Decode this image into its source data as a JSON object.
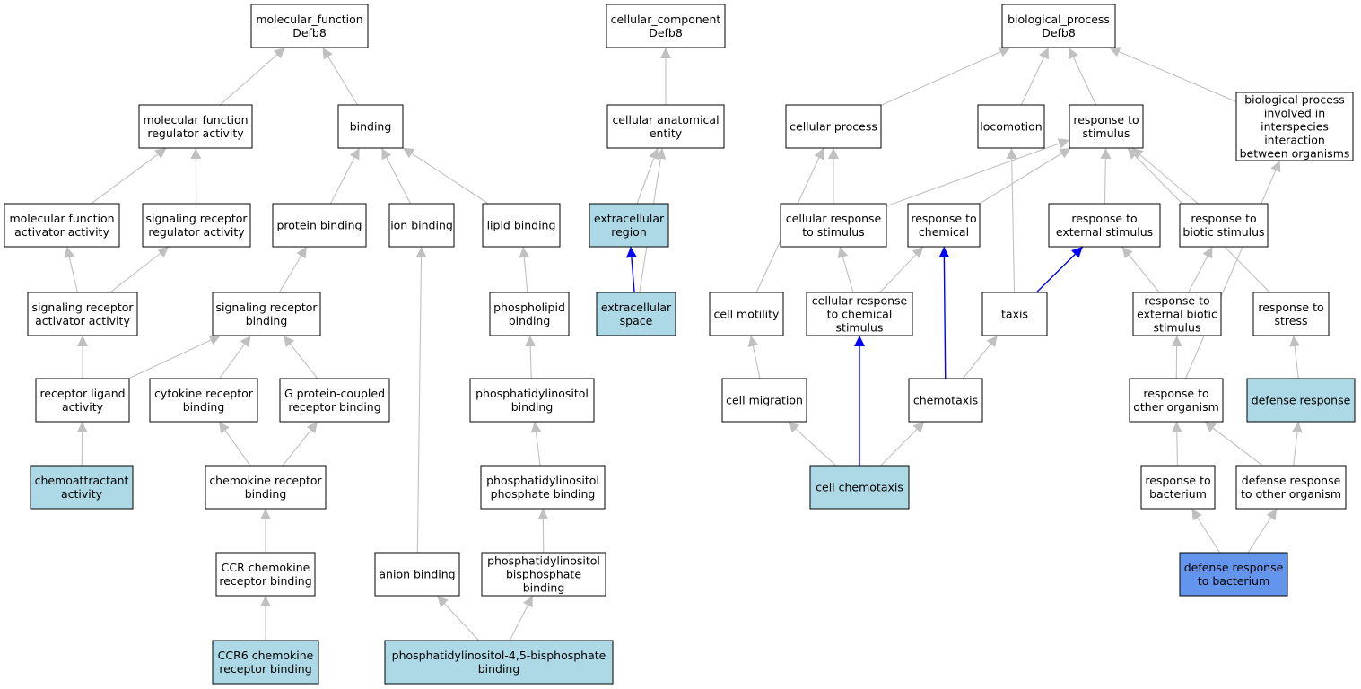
{
  "gene": "Defb8",
  "colors": {
    "default_fill": "#ffffff",
    "annotated_fill": "#add8e6",
    "highlight_fill": "#6495ed",
    "edge": "#c0c0c0",
    "path_edge": "#0000ff"
  },
  "nodes": {
    "mf": {
      "lines": [
        "molecular_function",
        "Defb8"
      ]
    },
    "mfra": {
      "lines": [
        "molecular function",
        "regulator activity"
      ]
    },
    "binding": {
      "lines": [
        "binding"
      ]
    },
    "mfaa": {
      "lines": [
        "molecular function",
        "activator activity"
      ]
    },
    "srra": {
      "lines": [
        "signaling receptor",
        "regulator activity"
      ]
    },
    "protbind": {
      "lines": [
        "protein binding"
      ]
    },
    "ionbind": {
      "lines": [
        "ion binding"
      ]
    },
    "lipidbind": {
      "lines": [
        "lipid binding"
      ]
    },
    "sraa": {
      "lines": [
        "signaling receptor",
        "activator activity"
      ]
    },
    "srb": {
      "lines": [
        "signaling receptor",
        "binding"
      ]
    },
    "plb": {
      "lines": [
        "phospholipid",
        "binding"
      ]
    },
    "rla": {
      "lines": [
        "receptor ligand",
        "activity"
      ]
    },
    "crb": {
      "lines": [
        "cytokine receptor",
        "binding"
      ]
    },
    "gpcr": {
      "lines": [
        "G protein-coupled",
        "receptor binding"
      ]
    },
    "pib": {
      "lines": [
        "phosphatidylinositol",
        "binding"
      ]
    },
    "chemoattr": {
      "lines": [
        "chemoattractant",
        "activity"
      ],
      "style": "annotated"
    },
    "ckrb": {
      "lines": [
        "chemokine receptor",
        "binding"
      ]
    },
    "pipb": {
      "lines": [
        "phosphatidylinositol",
        "phosphate binding"
      ]
    },
    "ccrb": {
      "lines": [
        "CCR chemokine",
        "receptor binding"
      ]
    },
    "anionb": {
      "lines": [
        "anion binding"
      ]
    },
    "pibpb": {
      "lines": [
        "phosphatidylinositol",
        "bisphosphate",
        "binding"
      ]
    },
    "ccr6": {
      "lines": [
        "CCR6 chemokine",
        "receptor binding"
      ],
      "style": "annotated"
    },
    "pi45": {
      "lines": [
        "phosphatidylinositol-4,5-bisphosphate",
        "binding"
      ],
      "style": "annotated"
    },
    "cc": {
      "lines": [
        "cellular_component",
        "Defb8"
      ]
    },
    "cae": {
      "lines": [
        "cellular anatomical",
        "entity"
      ]
    },
    "ecr": {
      "lines": [
        "extracellular",
        "region"
      ],
      "style": "annotated"
    },
    "ecs": {
      "lines": [
        "extracellular",
        "space"
      ],
      "style": "annotated"
    },
    "bp": {
      "lines": [
        "biological_process",
        "Defb8"
      ]
    },
    "cellproc": {
      "lines": [
        "cellular process"
      ]
    },
    "loco": {
      "lines": [
        "locomotion"
      ]
    },
    "rstim": {
      "lines": [
        "response to",
        "stimulus"
      ]
    },
    "bpinter": {
      "lines": [
        "biological process",
        "involved in",
        "interspecies",
        "interaction",
        "between organisms"
      ]
    },
    "crstim": {
      "lines": [
        "cellular response",
        "to stimulus"
      ]
    },
    "rchem": {
      "lines": [
        "response to",
        "chemical"
      ]
    },
    "rext": {
      "lines": [
        "response to",
        "external stimulus"
      ]
    },
    "rbio": {
      "lines": [
        "response to",
        "biotic stimulus"
      ]
    },
    "cmot": {
      "lines": [
        "cell motility"
      ]
    },
    "crchem": {
      "lines": [
        "cellular response",
        "to chemical",
        "stimulus"
      ]
    },
    "taxis": {
      "lines": [
        "taxis"
      ]
    },
    "rextbio": {
      "lines": [
        "response to",
        "external biotic",
        "stimulus"
      ]
    },
    "rstress": {
      "lines": [
        "response to",
        "stress"
      ]
    },
    "cmig": {
      "lines": [
        "cell migration"
      ]
    },
    "chemotaxis": {
      "lines": [
        "chemotaxis"
      ]
    },
    "rother": {
      "lines": [
        "response to",
        "other organism"
      ]
    },
    "defresp": {
      "lines": [
        "defense response"
      ],
      "style": "annotated"
    },
    "cellchemo": {
      "lines": [
        "cell chemotaxis"
      ],
      "style": "annotated"
    },
    "rbact": {
      "lines": [
        "response to",
        "bacterium"
      ]
    },
    "drother": {
      "lines": [
        "defense response",
        "to other organism"
      ]
    },
    "drbact": {
      "lines": [
        "defense response",
        "to bacterium"
      ],
      "style": "highlight"
    }
  },
  "edges": [
    [
      "mfra",
      "mf"
    ],
    [
      "binding",
      "mf"
    ],
    [
      "mfaa",
      "mfra"
    ],
    [
      "srra",
      "mfra"
    ],
    [
      "protbind",
      "binding"
    ],
    [
      "ionbind",
      "binding"
    ],
    [
      "lipidbind",
      "binding"
    ],
    [
      "sraa",
      "mfaa"
    ],
    [
      "sraa",
      "srra"
    ],
    [
      "srb",
      "protbind"
    ],
    [
      "plb",
      "lipidbind"
    ],
    [
      "rla",
      "sraa"
    ],
    [
      "rla",
      "srb"
    ],
    [
      "crb",
      "srb"
    ],
    [
      "gpcr",
      "srb"
    ],
    [
      "pib",
      "plb"
    ],
    [
      "chemoattr",
      "rla"
    ],
    [
      "ckrb",
      "crb"
    ],
    [
      "ckrb",
      "gpcr"
    ],
    [
      "pipb",
      "pib"
    ],
    [
      "ccrb",
      "ckrb"
    ],
    [
      "anionb",
      "ionbind"
    ],
    [
      "pibpb",
      "pipb"
    ],
    [
      "ccr6",
      "ccrb"
    ],
    [
      "pi45",
      "anionb"
    ],
    [
      "pi45",
      "pibpb"
    ],
    [
      "cae",
      "cc"
    ],
    [
      "ecr",
      "cae"
    ],
    [
      "ecs",
      "ecr",
      "path"
    ],
    [
      "ecs",
      "cae"
    ],
    [
      "cellproc",
      "bp"
    ],
    [
      "loco",
      "bp"
    ],
    [
      "rstim",
      "bp"
    ],
    [
      "bpinter",
      "bp"
    ],
    [
      "crstim",
      "cellproc"
    ],
    [
      "crstim",
      "rstim"
    ],
    [
      "rchem",
      "rstim"
    ],
    [
      "rext",
      "rstim"
    ],
    [
      "rbio",
      "rstim"
    ],
    [
      "cmot",
      "cellproc"
    ],
    [
      "crchem",
      "crstim"
    ],
    [
      "crchem",
      "rchem"
    ],
    [
      "taxis",
      "loco"
    ],
    [
      "taxis",
      "rext",
      "path"
    ],
    [
      "rextbio",
      "rext"
    ],
    [
      "rextbio",
      "rbio"
    ],
    [
      "rstress",
      "rstim"
    ],
    [
      "cmig",
      "cmot"
    ],
    [
      "chemotaxis",
      "taxis"
    ],
    [
      "chemotaxis",
      "rchem",
      "path"
    ],
    [
      "rother",
      "rextbio"
    ],
    [
      "rother",
      "bpinter"
    ],
    [
      "defresp",
      "rstress"
    ],
    [
      "cellchemo",
      "cmig"
    ],
    [
      "cellchemo",
      "chemotaxis"
    ],
    [
      "cellchemo",
      "crchem",
      "path"
    ],
    [
      "rbact",
      "rother"
    ],
    [
      "drother",
      "rother"
    ],
    [
      "drother",
      "defresp"
    ],
    [
      "drbact",
      "rbact"
    ],
    [
      "drbact",
      "drother"
    ]
  ]
}
